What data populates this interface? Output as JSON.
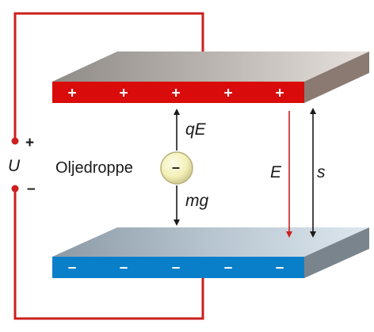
{
  "labels": {
    "droplet": "Oljedroppe",
    "droplet_charge": "–",
    "force_up": "qE",
    "force_down": "mg",
    "field": "E",
    "distance": "s",
    "voltage": "U",
    "positive_terminal": "+",
    "negative_terminal": "–"
  },
  "top_plate": {
    "sign": "+",
    "count": 5,
    "color": "#d90b0b"
  },
  "bottom_plate": {
    "sign": "–",
    "count": 5,
    "color": "#0a7fc9"
  },
  "colors": {
    "wire": "#cc1f1f",
    "field_arrow": "#cc1f1f",
    "force_arrow": "#1a1a1a",
    "droplet_fill": "#f3f0b8"
  }
}
